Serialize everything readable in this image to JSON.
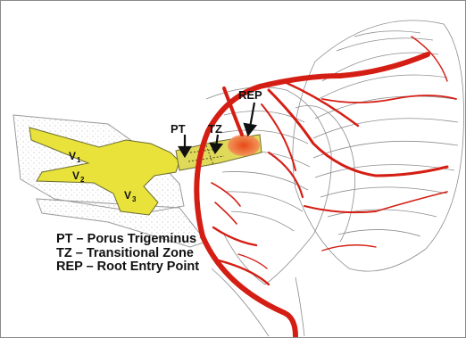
{
  "labels": {
    "pt": "PT",
    "tz": "TZ",
    "rep": "REP",
    "v1": "V",
    "v1_sub": "1",
    "v2": "V",
    "v2_sub": "2",
    "v3": "V",
    "v3_sub": "3"
  },
  "legend": [
    "PT – Porus Trigeminus",
    "TZ – Transitional Zone",
    "REP – Root Entry Point"
  ],
  "colors": {
    "nerve": "#e8e23a",
    "artery": "#d41e14",
    "rep_zone": "#f06a1e",
    "outline": "#7a7a7a"
  }
}
